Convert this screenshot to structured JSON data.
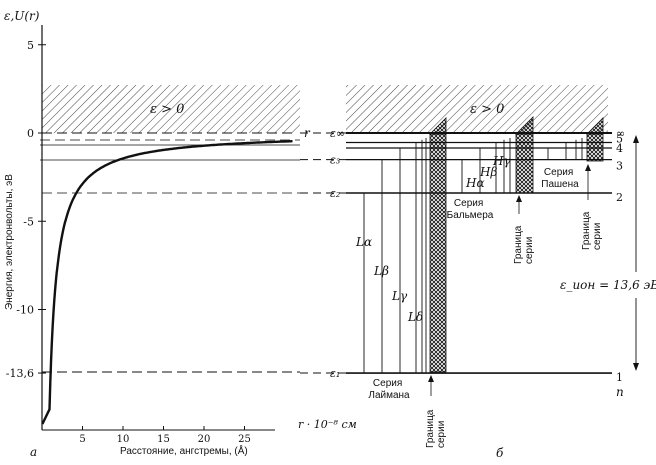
{
  "left_panel": {
    "y_axis_label": "ε,U(r)",
    "y_axis_title": "Энергия, электронвольты, эВ",
    "y_ticks": [
      {
        "value": 5,
        "label": "5"
      },
      {
        "value": 0,
        "label": "0"
      },
      {
        "value": -5,
        "label": "-5"
      },
      {
        "value": -10,
        "label": "-10"
      },
      {
        "value": -13.6,
        "label": "-13,6"
      }
    ],
    "x_ticks": [
      {
        "value": 5,
        "label": "5"
      },
      {
        "value": 10,
        "label": "10"
      },
      {
        "value": 15,
        "label": "15"
      },
      {
        "value": 20,
        "label": "20"
      },
      {
        "value": 25,
        "label": "25"
      }
    ],
    "x_axis_label": "r · 10⁻⁸ см",
    "x_axis_title": "Расстояние, ангстремы, (Å)",
    "region_label": "ε > 0",
    "r_marker": "r",
    "panel_letter": "a"
  },
  "right_panel": {
    "region_label": "ε > 0",
    "energy_levels": [
      {
        "n": "1",
        "label": "ε₁",
        "energy": -13.6
      },
      {
        "n": "2",
        "label": "ε₂",
        "energy": -3.4
      },
      {
        "n": "3",
        "label": "ε₃",
        "energy": -1.51
      },
      {
        "n": "4",
        "label": "",
        "energy": -0.85
      },
      {
        "n": "5",
        "label": "",
        "energy": -0.54
      },
      {
        "n": "∞",
        "label": "ε∞",
        "energy": 0
      }
    ],
    "n_axis_label": "n",
    "lyman": {
      "series_name": "Серия Лаймана",
      "lines": [
        "Lα",
        "Lβ",
        "Lγ",
        "Lδ"
      ],
      "limit_label": "Граница серии"
    },
    "balmer": {
      "series_name": "Серия Бальмера",
      "lines": [
        "Hα",
        "Hβ",
        "Hγ"
      ],
      "limit_label": "Граница серии"
    },
    "paschen": {
      "series_name": "Серия Пашена",
      "limit_label": "Граница серии"
    },
    "ionization_label": "ε_ион = 13,6 эВ",
    "panel_letter": "б"
  }
}
